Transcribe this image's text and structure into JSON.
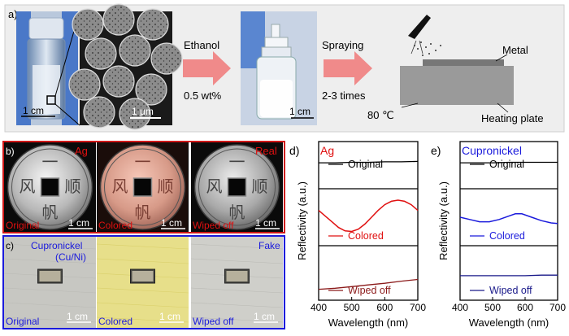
{
  "panel_a": {
    "label": "a)",
    "vial_scale": "1 cm",
    "sem_scale": "1 μm",
    "arrow1_top": "Ethanol",
    "arrow1_bottom": "0.5 wt%",
    "sprayer_scale": "1 cm",
    "arrow2_top": "Spraying",
    "arrow2_bottom": "2-3 times",
    "metal_label": "Metal",
    "temp_label": "80  ℃",
    "plate_label": "Heating plate"
  },
  "panel_b": {
    "label": "b)",
    "tag": "Ag",
    "tag_right": "Real",
    "coin_chars": [
      "一",
      "风",
      "顺",
      "帆"
    ],
    "captions": [
      "Original",
      "Colored",
      "Wiped off"
    ],
    "scale": "1 cm"
  },
  "panel_c": {
    "label": "c)",
    "tag": "Cupronickel",
    "tag2": "(Cu/Ni)",
    "tag_right": "Fake",
    "captions": [
      "Original",
      "Colored",
      "Wiped off"
    ],
    "scale": "1 cm"
  },
  "colors": {
    "ag": "#e01010",
    "ag_dark": "#8b1a1a",
    "cupro": "#1a1adc",
    "cupro_dark": "#1a1a8a",
    "arrow": "#f08a8a"
  },
  "chart_data": [
    {
      "type": "line",
      "panel_label": "d)",
      "title": "Ag",
      "xlabel": "Wavelength (nm)",
      "ylabel": "Reflectivity (a.u.)",
      "xlim": [
        400,
        700
      ],
      "xticks": [
        "400",
        "500",
        "600",
        "700"
      ],
      "series": [
        {
          "name": "Original",
          "x": [
            400,
            450,
            500,
            550,
            600,
            650,
            700
          ],
          "y": [
            0.55,
            0.55,
            0.56,
            0.56,
            0.57,
            0.57,
            0.58
          ]
        },
        {
          "name": "Colored",
          "x": [
            400,
            420,
            440,
            460,
            480,
            500,
            520,
            540,
            560,
            580,
            600,
            620,
            640,
            660,
            680,
            700
          ],
          "y": [
            0.62,
            0.52,
            0.42,
            0.32,
            0.26,
            0.25,
            0.29,
            0.38,
            0.5,
            0.62,
            0.72,
            0.78,
            0.8,
            0.78,
            0.72,
            0.62
          ]
        },
        {
          "name": "Wiped off",
          "x": [
            400,
            450,
            500,
            550,
            600,
            650,
            700
          ],
          "y": [
            0.2,
            0.22,
            0.25,
            0.28,
            0.31,
            0.35,
            0.38
          ]
        }
      ]
    },
    {
      "type": "line",
      "panel_label": "e)",
      "title": "Cupronickel",
      "xlabel": "Wavelength (nm)",
      "ylabel": "Reflectivity (a.u.)",
      "xlim": [
        400,
        700
      ],
      "xticks": [
        "400",
        "500",
        "600",
        "700"
      ],
      "series": [
        {
          "name": "Original",
          "x": [
            400,
            450,
            500,
            550,
            600,
            650,
            700
          ],
          "y": [
            0.55,
            0.55,
            0.55,
            0.56,
            0.56,
            0.56,
            0.56
          ]
        },
        {
          "name": "Colored",
          "x": [
            400,
            430,
            460,
            490,
            520,
            550,
            570,
            590,
            620,
            650,
            680,
            700
          ],
          "y": [
            0.5,
            0.46,
            0.42,
            0.42,
            0.46,
            0.52,
            0.56,
            0.56,
            0.5,
            0.44,
            0.4,
            0.39
          ]
        },
        {
          "name": "Wiped off",
          "x": [
            400,
            450,
            500,
            550,
            600,
            650,
            700
          ],
          "y": [
            0.45,
            0.45,
            0.45,
            0.45,
            0.45,
            0.46,
            0.46
          ]
        }
      ]
    }
  ]
}
